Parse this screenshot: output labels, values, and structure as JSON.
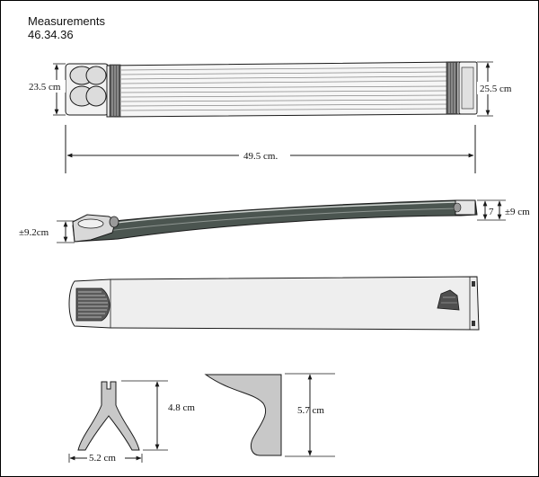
{
  "header": {
    "title": "Measurements",
    "code": "46.34.36"
  },
  "labels": {
    "top_left_height": "23.5 cm",
    "top_right_height": "25.5 cm",
    "length": "49.5 cm.",
    "side_left_height": "±9.2cm",
    "side_right_small": "7",
    "side_right_height": "±9 cm",
    "support_height": "4.8 cm",
    "support_width": "5.2 cm",
    "bracket_height": "5.7 cm"
  },
  "colors": {
    "line": "#1a1a1a",
    "panel_fill": "#eeeeee",
    "dark_body": "#4b5550",
    "bracket_fill": "#c8c8c8"
  }
}
